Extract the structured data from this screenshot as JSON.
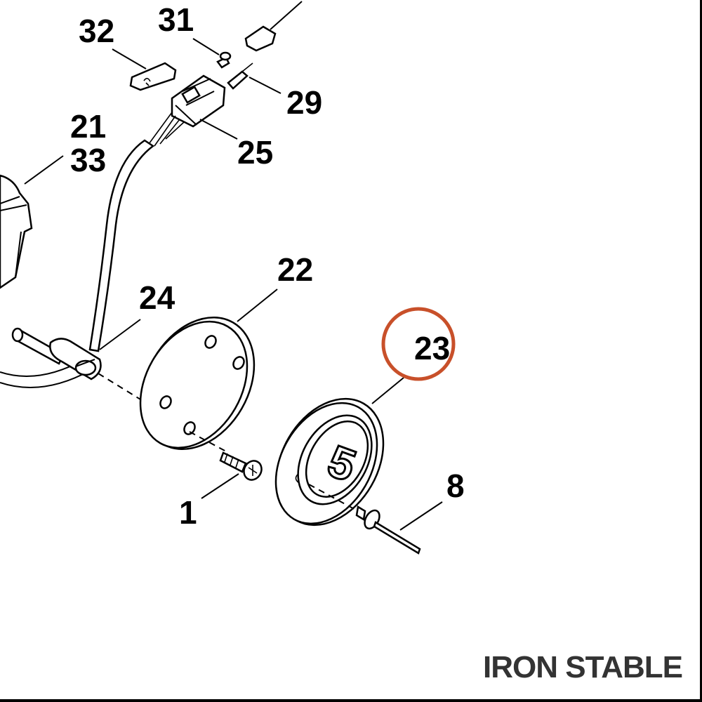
{
  "callouts": {
    "c32": "32",
    "c31": "31",
    "c29": "29",
    "c25": "25",
    "c21": "21",
    "c33": "33",
    "c22": "22",
    "c24": "24",
    "c23": "23",
    "c1": "1",
    "c8": "8"
  },
  "badge_number": "5",
  "watermark": "IRON STABLE",
  "highlight_color": "#c8502a"
}
